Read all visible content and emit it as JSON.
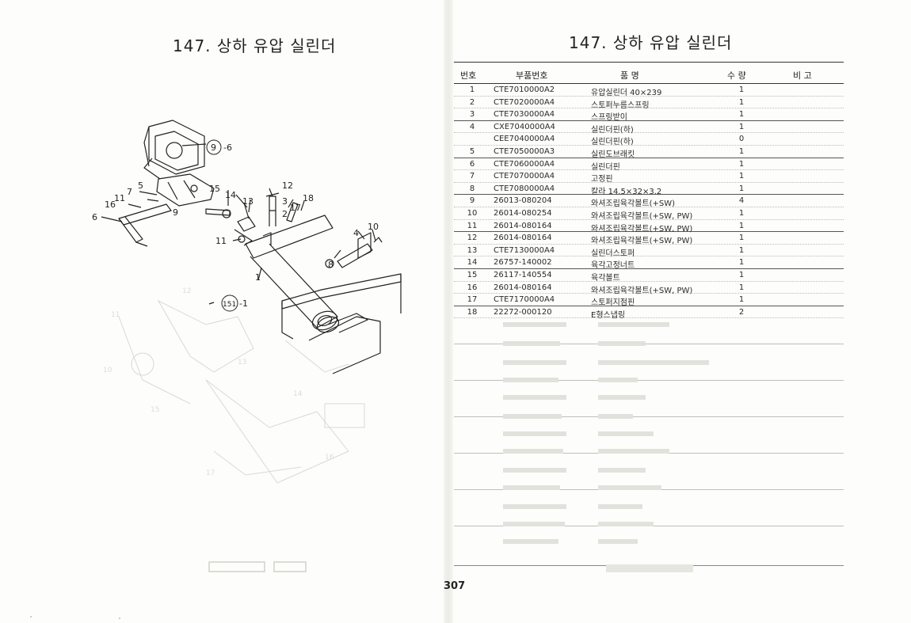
{
  "left_page": {
    "title": "147. 상하 유압 실린더",
    "callouts": {
      "c1": "1",
      "c2": "2",
      "c3": "3",
      "c4": "4",
      "c5": "5",
      "c6": "6",
      "c7": "7",
      "c8": "8",
      "c9": "9",
      "c10": "10",
      "c11a": "11",
      "c11b": "11",
      "c12": "12",
      "c13": "13",
      "c14": "14",
      "c15": "15",
      "c16": "16",
      "c17": "17",
      "c18": "18",
      "ref9": "9",
      "ref9_suffix": "-6",
      "ref151": "151",
      "ref151_suffix": "-1"
    }
  },
  "right_page": {
    "title": "147. 상하 유압 실린더",
    "header": {
      "no": "번호",
      "part": "부품번호",
      "name": "품         명",
      "qty": "수     량",
      "note": "비    고"
    },
    "rows": [
      {
        "no": "1",
        "part": "CTE7010000A2",
        "name": "유압실린더 40×239",
        "qty": "1",
        "sep": false
      },
      {
        "no": "2",
        "part": "CTE7020000A4",
        "name": "스토퍼누름스프링",
        "qty": "1",
        "sep": false
      },
      {
        "no": "3",
        "part": "CTE7030000A4",
        "name": "스프링받이",
        "qty": "1",
        "sep": true
      },
      {
        "no": "4",
        "part": "CXE7040000A4",
        "name": "실린더핀(하)",
        "qty": "1",
        "sep": false
      },
      {
        "no": "",
        "part": "CEE7040000A4",
        "name": "실린더핀(하)",
        "qty": "0",
        "sep": false
      },
      {
        "no": "5",
        "part": "CTE7050000A3",
        "name": "실린도브래킷",
        "qty": "1",
        "sep": true
      },
      {
        "no": "6",
        "part": "CTE7060000A4",
        "name": "실린더핀",
        "qty": "1",
        "sep": false
      },
      {
        "no": "7",
        "part": "CTE7070000A4",
        "name": "고정핀",
        "qty": "1",
        "sep": false
      },
      {
        "no": "8",
        "part": "CTE7080000A4",
        "name": "칼라 14.5×32×3.2",
        "qty": "1",
        "sep": true
      },
      {
        "no": "9",
        "part": "26013-080204",
        "name": "와셔조립육각볼트(+SW)",
        "qty": "4",
        "sep": false
      },
      {
        "no": "10",
        "part": "26014-080254",
        "name": "와셔조립육각볼트(+SW, PW)",
        "qty": "1",
        "sep": false
      },
      {
        "no": "11",
        "part": "26014-080164",
        "name": "와셔조립육각볼트(+SW, PW)",
        "qty": "1",
        "sep": true
      },
      {
        "no": "12",
        "part": "26014-080164",
        "name": "와셔조립육각볼트(+SW, PW)",
        "qty": "1",
        "sep": false
      },
      {
        "no": "13",
        "part": "CTE7130000A4",
        "name": "실린더스토퍼",
        "qty": "1",
        "sep": false
      },
      {
        "no": "14",
        "part": "26757-140002",
        "name": "육각고정너트",
        "qty": "1",
        "sep": true
      },
      {
        "no": "15",
        "part": "26117-140554",
        "name": "육각볼트",
        "qty": "1",
        "sep": false
      },
      {
        "no": "16",
        "part": "26014-080164",
        "name": "와셔조립육각볼트(+SW, PW)",
        "qty": "1",
        "sep": false
      },
      {
        "no": "17",
        "part": "CTE7170000A4",
        "name": "스토퍼지점핀",
        "qty": "1",
        "sep": true
      },
      {
        "no": "18",
        "part": "22272-000120",
        "name": "E형스냅링",
        "qty": "2",
        "sep": false
      }
    ]
  },
  "page_number": "307",
  "colors": {
    "ink": "#222222",
    "paper": "#fdfdfb",
    "rule": "#333333",
    "ghost": "#d8d8d8"
  }
}
